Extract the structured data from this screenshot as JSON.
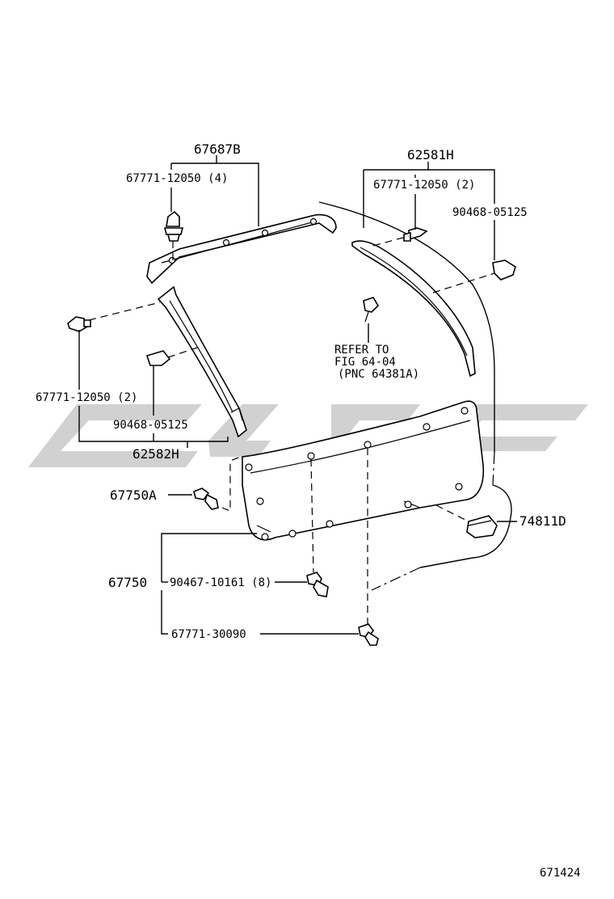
{
  "labels": {
    "p67687B": "67687B",
    "p67771_12050_4": "67771-12050 (4)",
    "p62581H": "62581H",
    "p67771_12050_2_top": "67771-12050 (2)",
    "p90468_05125_top": "90468-05125",
    "refer_line1": "REFER TO",
    "refer_line2": "FIG 64-04",
    "refer_line3": "(PNC 64381A)",
    "p67771_12050_2_left": "67771-12050 (2)",
    "p90468_05125_left": "90468-05125",
    "p62582H": "62582H",
    "p67750A": "67750A",
    "p74811D": "74811D",
    "p67750": "67750",
    "p90467_10161_8": "90467-10161 (8)",
    "p67771_30090": "67771-30090",
    "figure_number": "671424"
  }
}
